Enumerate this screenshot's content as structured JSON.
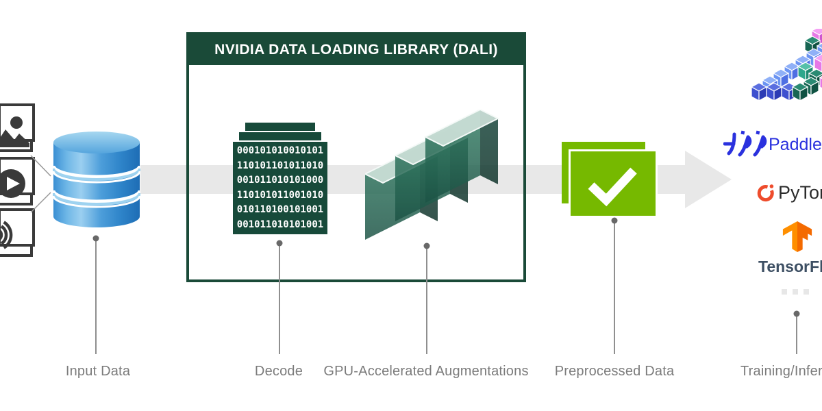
{
  "dali_box": {
    "title": "NVIDIA DATA LOADING LIBRARY (DALI)"
  },
  "binary": {
    "lines": [
      "000101010010101",
      "110101101011010",
      "001011010101000",
      "110101011001010",
      "010110100101001",
      "001011010101001"
    ]
  },
  "stage_labels": {
    "input": "Input Data",
    "decode": "Decode",
    "augment": "GPU-Accelerated Augmentations",
    "preprocessed": "Preprocessed Data",
    "training": "Training/Inference"
  },
  "frameworks": {
    "paddle": "PaddlePaddle",
    "pytorch": "PyTorch",
    "tensorflow": "TensorFlow"
  },
  "colors": {
    "nvidia_green": "#76b900",
    "dali_dark_green": "#1a4a38",
    "binary_block_green": "#174a3a",
    "arrow_gray": "#e8e8e8",
    "label_gray": "#7b7b7b",
    "database_blue": "#3a8fd3",
    "paddle_blue": "#2a31de",
    "pytorch_orange": "#ee4c2c",
    "tensorflow_orange": "#ff8f00",
    "icon_dark": "#3a3a3a"
  }
}
